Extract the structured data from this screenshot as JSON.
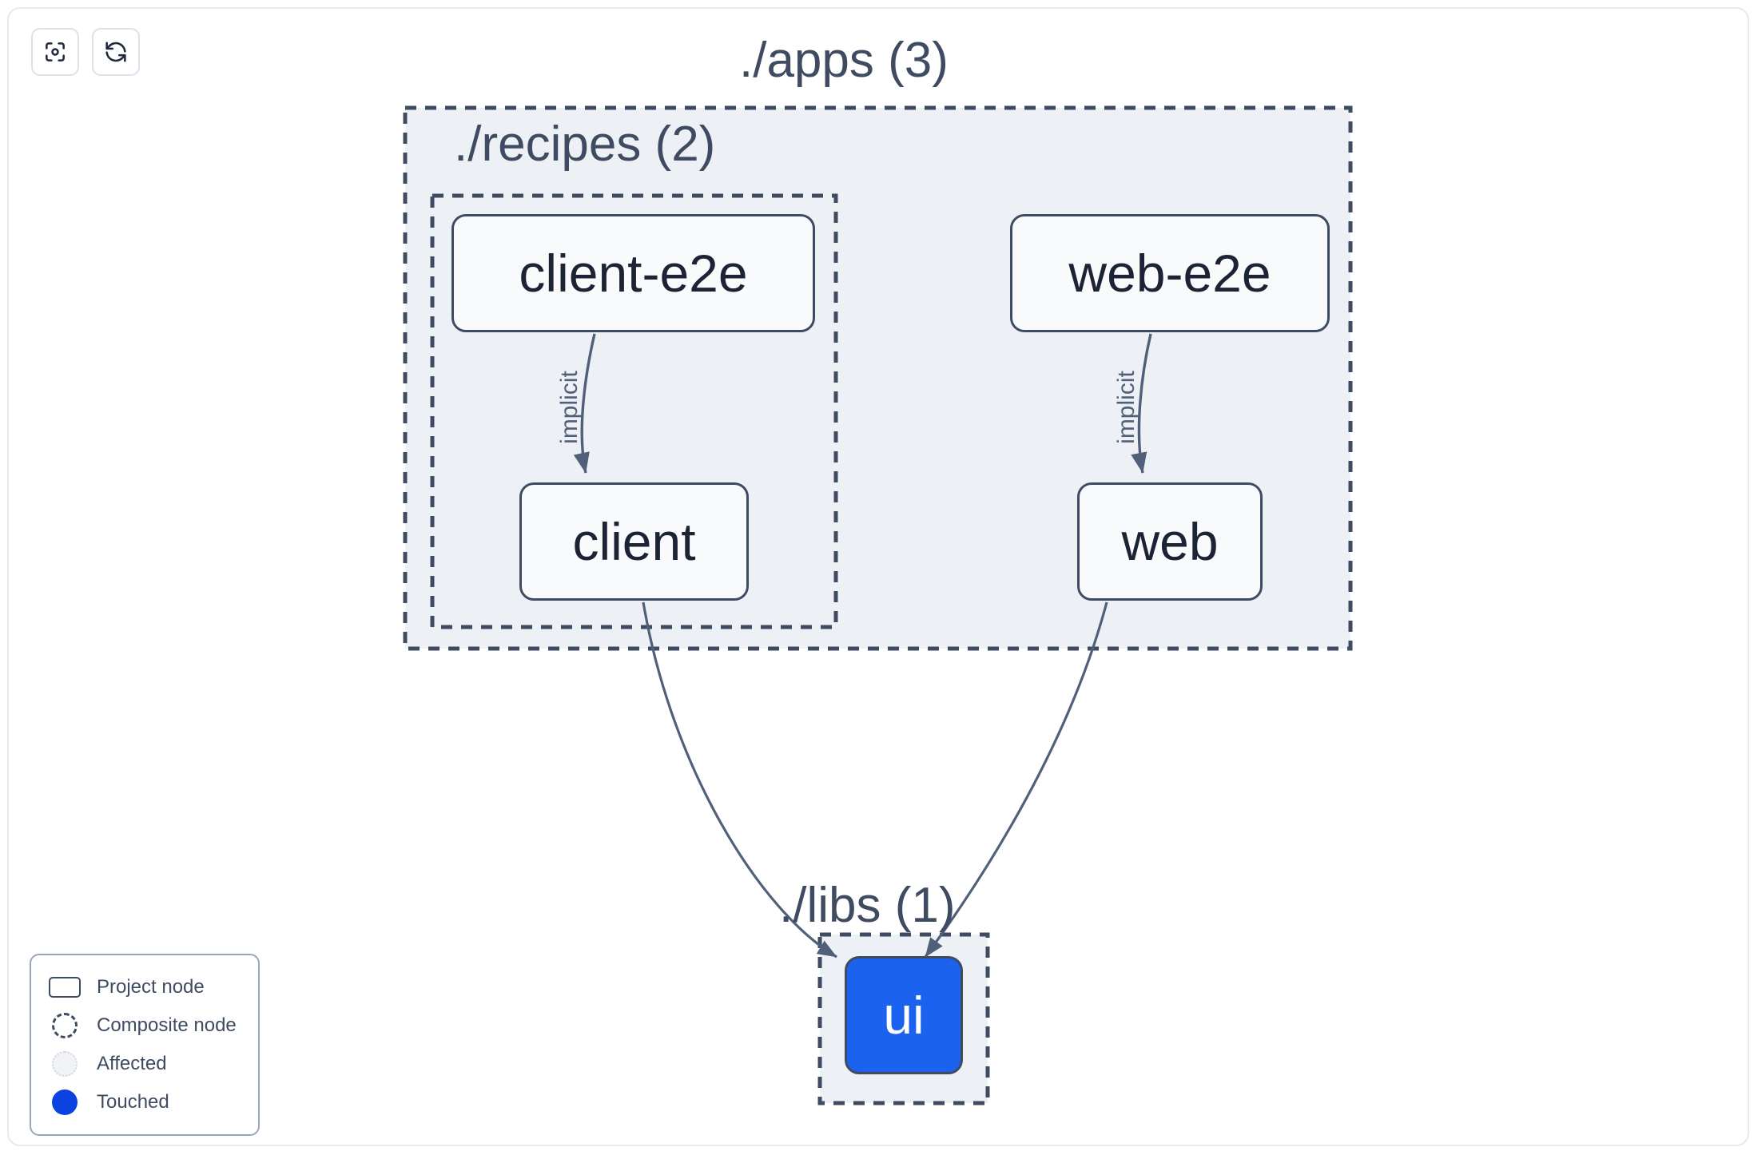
{
  "toolbar": {
    "buttons": [
      {
        "name": "focus-graph-button",
        "icon": "focus-target-icon",
        "title": "Focus graph"
      },
      {
        "name": "refresh-graph-button",
        "icon": "refresh-icon",
        "title": "Refresh graph"
      }
    ]
  },
  "graph": {
    "groups": [
      {
        "id": "apps",
        "label": "./apps (3)",
        "count": 3
      },
      {
        "id": "recipes",
        "label": "./recipes (2)",
        "count": 2
      },
      {
        "id": "libs",
        "label": "./libs (1)",
        "count": 1
      }
    ],
    "nodes": [
      {
        "id": "client-e2e",
        "label": "client-e2e",
        "group": "recipes",
        "state": "project"
      },
      {
        "id": "web-e2e",
        "label": "web-e2e",
        "group": "apps",
        "state": "project"
      },
      {
        "id": "client",
        "label": "client",
        "group": "recipes",
        "state": "project"
      },
      {
        "id": "web",
        "label": "web",
        "group": "apps",
        "state": "project"
      },
      {
        "id": "ui",
        "label": "ui",
        "group": "libs",
        "state": "touched"
      }
    ],
    "edges": [
      {
        "from": "client-e2e",
        "to": "client",
        "label": "implicit"
      },
      {
        "from": "web-e2e",
        "to": "web",
        "label": "implicit"
      },
      {
        "from": "client",
        "to": "ui",
        "label": ""
      },
      {
        "from": "web",
        "to": "ui",
        "label": ""
      }
    ]
  },
  "legend": {
    "items": [
      {
        "swatch": "project-node-swatch",
        "label": "Project node"
      },
      {
        "swatch": "composite-node-swatch",
        "label": "Composite node"
      },
      {
        "swatch": "affected-swatch",
        "label": "Affected"
      },
      {
        "swatch": "touched-swatch",
        "label": "Touched"
      }
    ]
  },
  "colors": {
    "touched_blue": "#0b42e0",
    "node_blue_fill": "#1b63ee",
    "group_fill": "#edf1f6",
    "group_border": "#3e4b61",
    "node_border": "#3e4b61",
    "edge_stroke": "#51607a",
    "canvas_border": "#e6eaf0"
  }
}
